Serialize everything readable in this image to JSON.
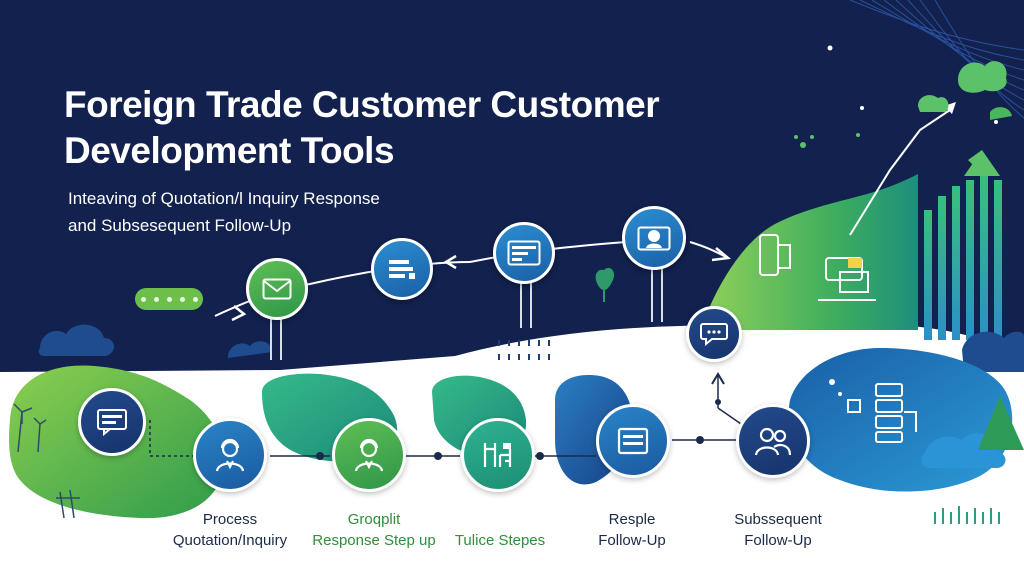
{
  "title_lines": [
    "Foreign Trade Customer Customer",
    "Development Tools"
  ],
  "subtitle_lines": [
    "Inteaving of Quotation/l  Inquiry Response",
    "and Subsesequent Follow-Up"
  ],
  "top_nodes": [
    {
      "icon": "envelope-icon"
    },
    {
      "icon": "document-list-icon"
    },
    {
      "icon": "form-window-icon"
    },
    {
      "icon": "browser-user-icon"
    }
  ],
  "chat_node": {
    "icon": "chat-bubble-icon"
  },
  "bottom_nodes": [
    {
      "icon": "chat-box-icon"
    },
    {
      "icon": "user-headset-icon",
      "label": [
        "Process",
        "Quotation/Inquiry"
      ]
    },
    {
      "icon": "user-headset-icon",
      "label": [
        "Groqplit",
        "Response Step up"
      ]
    },
    {
      "icon": "steps-chart-icon",
      "label": [
        "Tulice Stepes"
      ]
    },
    {
      "icon": "card-list-icon",
      "label": [
        "Resple",
        "Follow-Up"
      ]
    },
    {
      "icon": "team-icon",
      "label": [
        "Subssequent",
        "Follow-Up"
      ]
    }
  ],
  "colors": {
    "navy_background": "#12214d",
    "primary_green": "#4cae4c",
    "teal": "#1e9d80",
    "blue": "#1f6fb8",
    "label_dark": "#1b2a4a",
    "label_green": "#2f8f3a"
  }
}
